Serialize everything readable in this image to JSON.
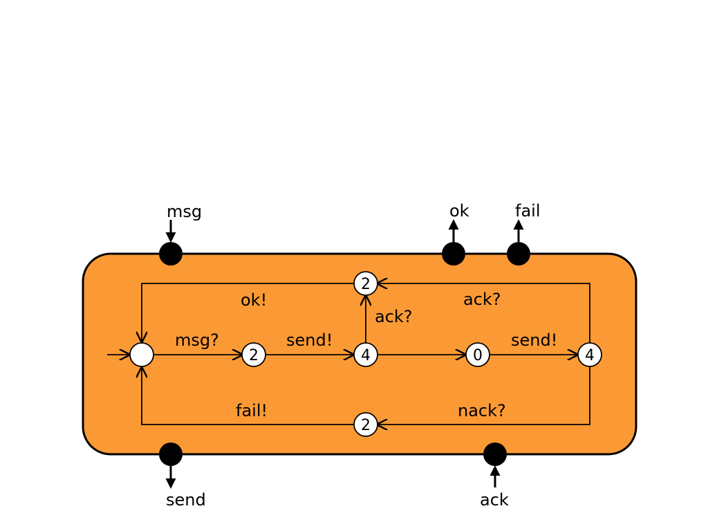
{
  "diagram": {
    "colors": {
      "component_fill": "#FB9A35",
      "stroke": "#000000",
      "state_fill": "#ffffff"
    },
    "ports": {
      "msg": "msg",
      "ok": "ok",
      "fail": "fail",
      "send": "send",
      "ack": "ack"
    },
    "states": {
      "s2_mid": "2",
      "s4_mid": "4",
      "s0": "0",
      "s4_right": "4",
      "s2_top": "2",
      "s2_bottom": "2"
    },
    "transitions": {
      "msg_in": "msg?",
      "send_out_1": "send!",
      "send_out_2": "send!",
      "ack_in_1": "ack?",
      "ack_in_2": "ack?",
      "ok_out": "ok!",
      "nack_in": "nack?",
      "fail_out": "fail!"
    }
  }
}
